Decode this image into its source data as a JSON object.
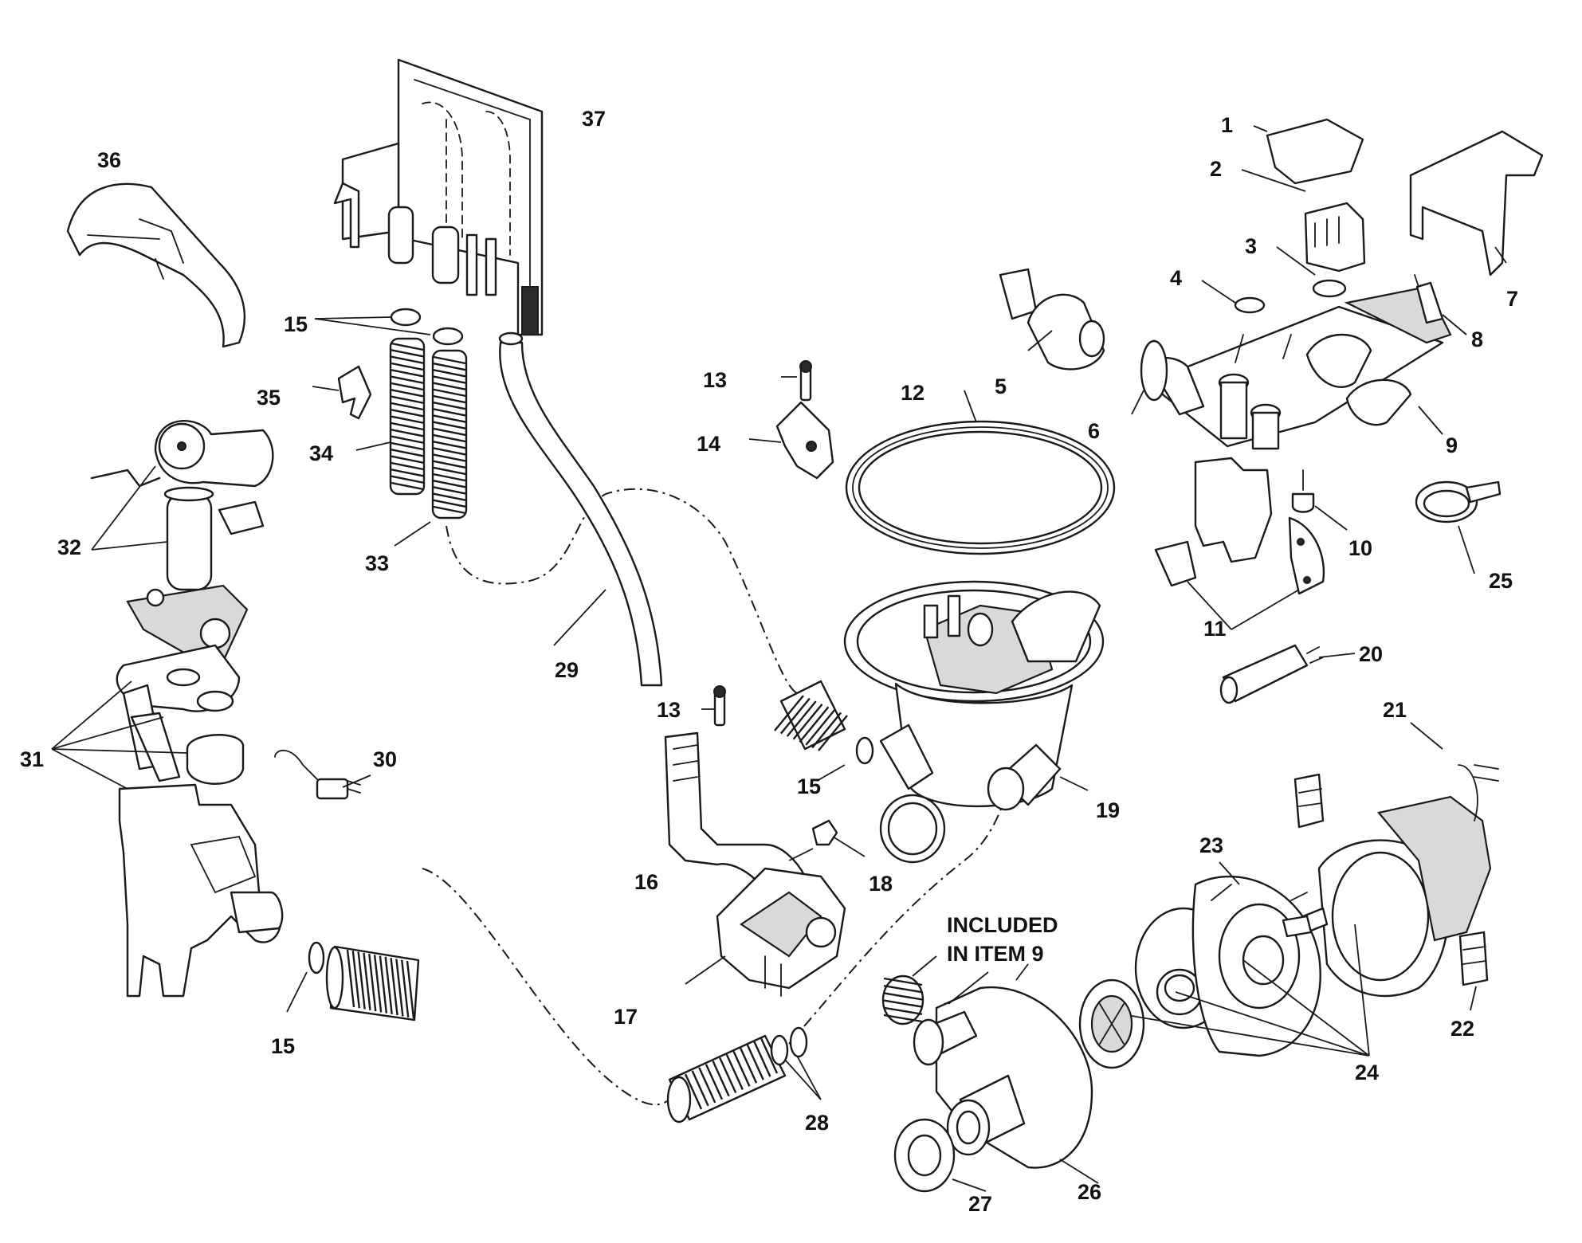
{
  "callouts": [
    {
      "n": "1",
      "label": "1"
    },
    {
      "n": "2",
      "label": "2"
    },
    {
      "n": "3",
      "label": "3"
    },
    {
      "n": "4",
      "label": "4"
    },
    {
      "n": "5",
      "label": "5"
    },
    {
      "n": "6",
      "label": "6"
    },
    {
      "n": "7",
      "label": "7"
    },
    {
      "n": "8",
      "label": "8"
    },
    {
      "n": "9",
      "label": "9"
    },
    {
      "n": "10",
      "label": "10"
    },
    {
      "n": "11",
      "label": "11"
    },
    {
      "n": "12",
      "label": "12"
    },
    {
      "n": "13",
      "label": "13"
    },
    {
      "n": "14",
      "label": "14"
    },
    {
      "n": "15",
      "label": "15"
    },
    {
      "n": "16",
      "label": "16"
    },
    {
      "n": "17",
      "label": "17"
    },
    {
      "n": "18",
      "label": "18"
    },
    {
      "n": "19",
      "label": "19"
    },
    {
      "n": "20",
      "label": "20"
    },
    {
      "n": "21",
      "label": "21"
    },
    {
      "n": "22",
      "label": "22"
    },
    {
      "n": "23",
      "label": "23"
    },
    {
      "n": "24",
      "label": "24"
    },
    {
      "n": "25",
      "label": "25"
    },
    {
      "n": "26",
      "label": "26"
    },
    {
      "n": "27",
      "label": "27"
    },
    {
      "n": "28",
      "label": "28"
    },
    {
      "n": "29",
      "label": "29"
    },
    {
      "n": "30",
      "label": "30"
    },
    {
      "n": "31",
      "label": "31"
    },
    {
      "n": "32",
      "label": "32"
    },
    {
      "n": "33",
      "label": "33"
    },
    {
      "n": "34",
      "label": "34"
    },
    {
      "n": "35",
      "label": "35"
    },
    {
      "n": "36",
      "label": "36"
    },
    {
      "n": "37",
      "label": "37"
    }
  ],
  "note": {
    "line1": "INCLUDED",
    "line2": "IN ITEM 9"
  }
}
